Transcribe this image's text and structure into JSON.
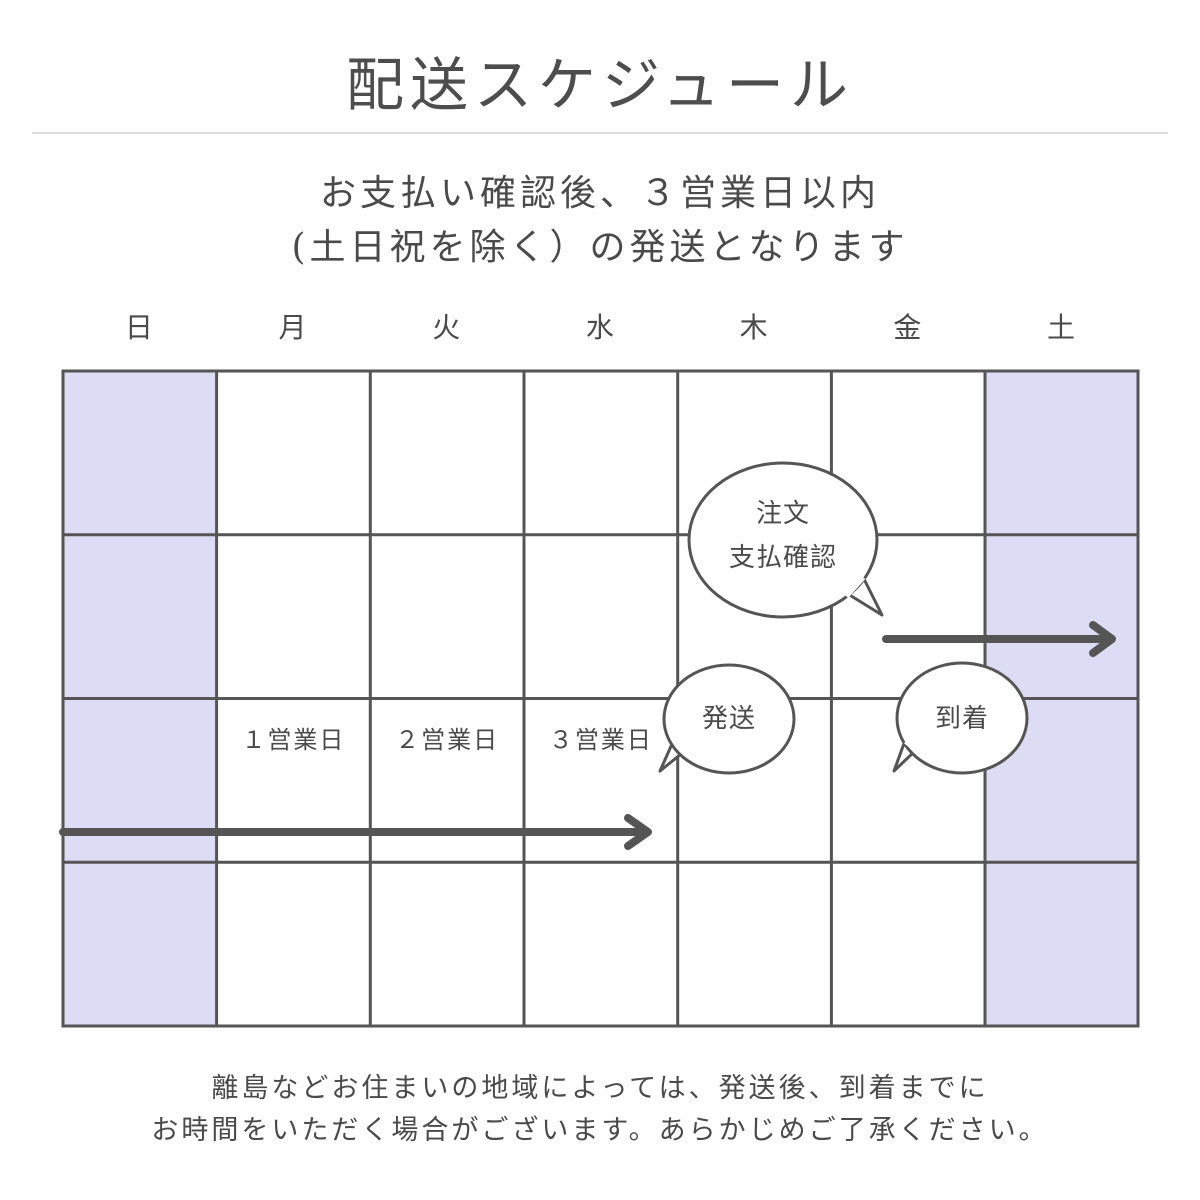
{
  "title": "配送スケジュール",
  "subtitle_line1": "お支払い確認後、３営業日以内",
  "subtitle_line2": "(土日祝を除く）の発送となります",
  "weekdays": [
    "日",
    "月",
    "火",
    "水",
    "木",
    "金",
    "土"
  ],
  "weekend_color": "#dcdcf5",
  "grid_line_color": "#555555",
  "day_labels": [
    "１営業日",
    "２営業日",
    "３営業日"
  ],
  "bubbles": {
    "order_line1": "注文",
    "order_line2": "支払確認",
    "shipping": "発送",
    "arrival": "到着"
  },
  "footer_line1": "離島などお住まいの地域によっては、発送後、到着までに",
  "footer_line2": "お時間をいただく場合がございます。あらかじめご了承ください。"
}
